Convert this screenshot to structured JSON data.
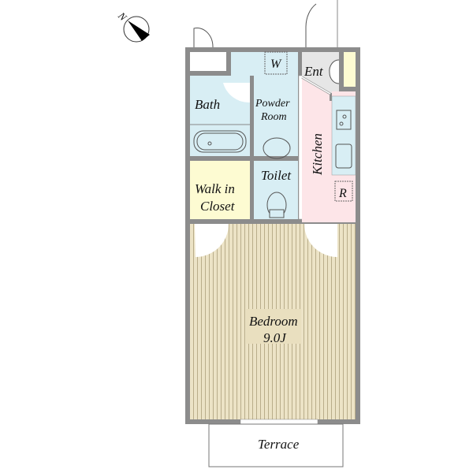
{
  "compass": {
    "label": "N"
  },
  "rooms": {
    "bath": "Bath",
    "powder_room_line1": "Powder",
    "powder_room_line2": "Room",
    "washer": "W",
    "entrance": "Ent",
    "kitchen": "Kitchen",
    "refrigerator": "R",
    "toilet": "Toilet",
    "closet_line1": "Walk in",
    "closet_line2": "Closet",
    "bedroom": "Bedroom",
    "bedroom_size": "9.0J",
    "terrace": "Terrace"
  },
  "colors": {
    "wall": "#8c8c8c",
    "wet_area": "#d8eef4",
    "closet": "#fdfbd2",
    "kitchen": "#fde5e8",
    "entrance": "#e6e6e6",
    "bedroom": "#e9dfbf",
    "bedroom_stripe": "#b9ad8a"
  }
}
